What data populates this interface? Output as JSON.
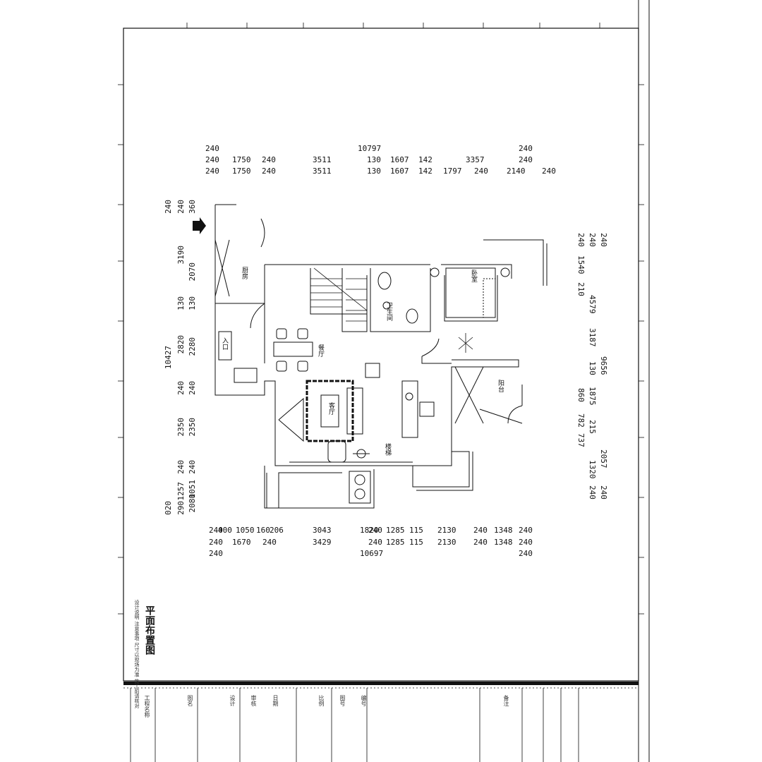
{
  "drawing": {
    "title": "平面布置图",
    "subtitle_note": "设计说明 注意事项 尺寸以现场为准 施工前请核对"
  },
  "dims_top": {
    "row1": [
      "240",
      "10797",
      "240"
    ],
    "row2": [
      "240",
      "1750",
      "240",
      "3511",
      "130",
      "1607",
      "142",
      "3357",
      "240"
    ],
    "row3": [
      "240",
      "1750",
      "240",
      "3511",
      "130",
      "1607",
      "142",
      "1797",
      "240",
      "2140",
      "240"
    ]
  },
  "dims_bottom": {
    "row1": [
      "240",
      "400",
      "1050",
      "160",
      "206",
      "3043",
      "1820",
      "240",
      "1285",
      "115",
      "2130",
      "240",
      "1348",
      "240"
    ],
    "row2": [
      "240",
      "1670",
      "240",
      "3429",
      "240",
      "1285",
      "115",
      "2130",
      "240",
      "1348",
      "240"
    ],
    "row3": [
      "240",
      "10697",
      "240"
    ]
  },
  "dims_left": {
    "outer": [
      "240",
      "10427",
      "020"
    ],
    "mid": [
      "240",
      "3190",
      "130",
      "2820",
      "240",
      "2350",
      "240",
      "1257",
      "290"
    ],
    "inner": [
      "360",
      "2070",
      "130",
      "2280",
      "240",
      "2350",
      "240",
      "1051",
      "2080"
    ]
  },
  "dims_right": {
    "outer": [
      "240",
      "9656",
      "2057",
      "240"
    ],
    "mid": [
      "240",
      "3187",
      "130",
      "1875",
      "215",
      "1320",
      "240"
    ],
    "inner": [
      "240",
      "1540",
      "210",
      "4579",
      "860",
      "782",
      "737"
    ]
  },
  "rooms": {
    "kitchen": "厨房",
    "dining": "餐厅",
    "living": "客厅",
    "bath": "卫生间",
    "bedroom": "卧室",
    "balcony": "阳台",
    "stair": "楼梯",
    "entry": "入口"
  },
  "title_block": {
    "cells": [
      "工程名称",
      "图名",
      "设计",
      "审核",
      "日期",
      "比例",
      "图号",
      "编号",
      "备注"
    ]
  }
}
